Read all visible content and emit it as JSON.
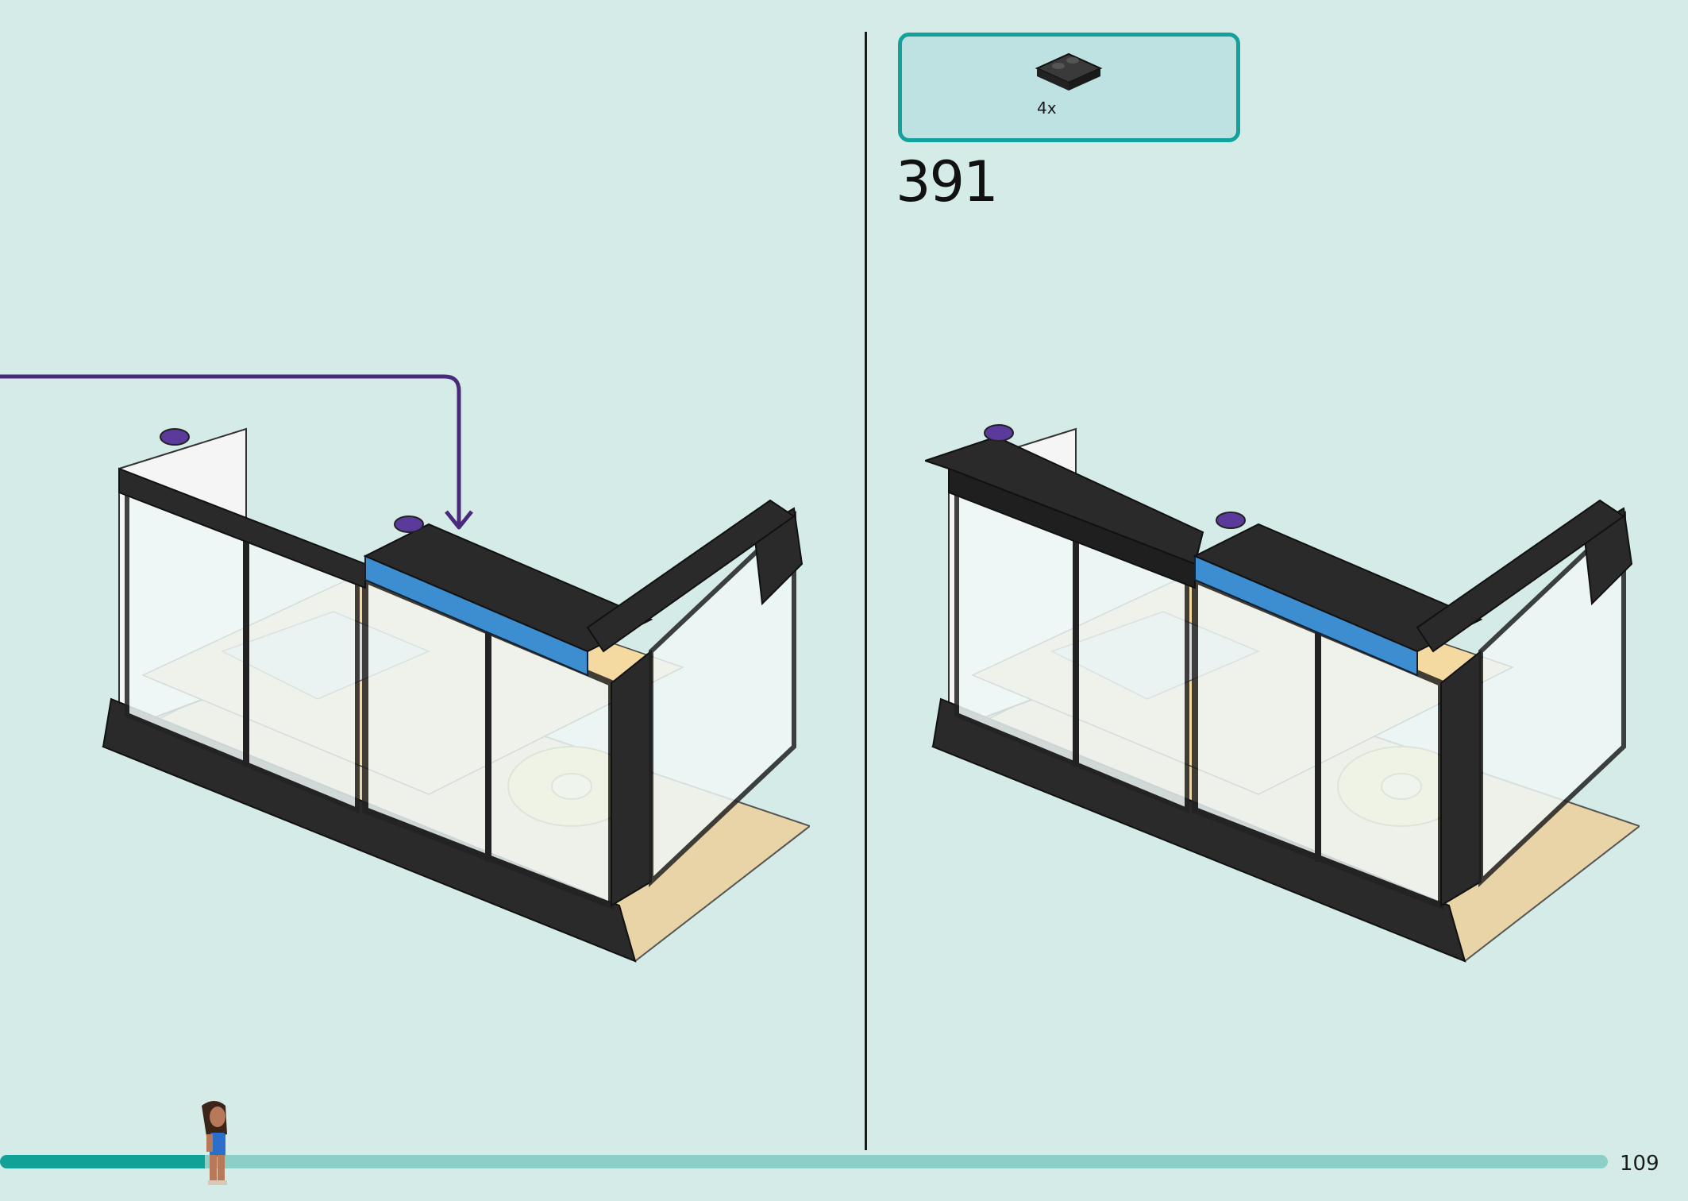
{
  "parts_callout": {
    "quantity": "4x",
    "part_icon": "dark-grey-2x2-tile-with-studs"
  },
  "step": {
    "number": "391"
  },
  "page": {
    "number": "109"
  },
  "progress": {
    "fraction": 0.1275
  },
  "colors": {
    "background": "#d4ebe8",
    "accent": "#14a09b",
    "progress_fill": "#12a197",
    "progress_track": "#8ccfc9",
    "arrow": "#4a2a7a",
    "blue_bricks": "#3d8ed0",
    "black_bricks": "#2a2a2a"
  }
}
